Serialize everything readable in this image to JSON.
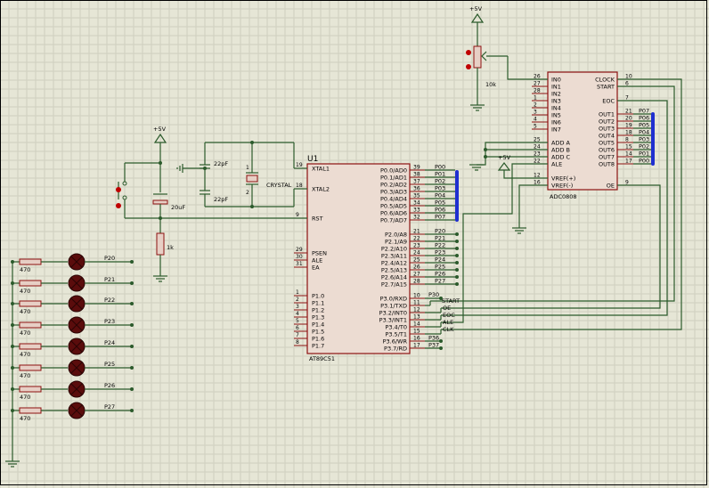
{
  "power": {
    "vcc_label": "+5V"
  },
  "u1": {
    "ref": "U1",
    "part": "AT89C51",
    "left_pins": [
      {
        "num": "19",
        "name": "XTAL1"
      },
      {
        "num": "18",
        "name": "XTAL2"
      },
      {
        "num": "9",
        "name": "RST"
      },
      {
        "num": "29",
        "name": "PSEN"
      },
      {
        "num": "30",
        "name": "ALE"
      },
      {
        "num": "31",
        "name": "EA"
      },
      {
        "num": "1",
        "name": "P1.0"
      },
      {
        "num": "2",
        "name": "P1.1"
      },
      {
        "num": "3",
        "name": "P1.2"
      },
      {
        "num": "4",
        "name": "P1.3"
      },
      {
        "num": "5",
        "name": "P1.4"
      },
      {
        "num": "6",
        "name": "P1.5"
      },
      {
        "num": "7",
        "name": "P1.6"
      },
      {
        "num": "8",
        "name": "P1.7"
      }
    ],
    "p0_pins": [
      {
        "num": "39",
        "name": "P0.0/AD0",
        "net": "P00"
      },
      {
        "num": "38",
        "name": "P0.1/AD1",
        "net": "P01"
      },
      {
        "num": "37",
        "name": "P0.2/AD2",
        "net": "P02"
      },
      {
        "num": "36",
        "name": "P0.3/AD3",
        "net": "P03"
      },
      {
        "num": "35",
        "name": "P0.4/AD4",
        "net": "P04"
      },
      {
        "num": "34",
        "name": "P0.5/AD5",
        "net": "P05"
      },
      {
        "num": "33",
        "name": "P0.6/AD6",
        "net": "P06"
      },
      {
        "num": "32",
        "name": "P0.7/AD7",
        "net": "P07"
      }
    ],
    "p2_pins": [
      {
        "num": "21",
        "name": "P2.0/A8",
        "net": "P20"
      },
      {
        "num": "22",
        "name": "P2.1/A9",
        "net": "P21"
      },
      {
        "num": "23",
        "name": "P2.2/A10",
        "net": "P22"
      },
      {
        "num": "24",
        "name": "P2.3/A11",
        "net": "P23"
      },
      {
        "num": "25",
        "name": "P2.4/A12",
        "net": "P24"
      },
      {
        "num": "26",
        "name": "P2.5/A13",
        "net": "P25"
      },
      {
        "num": "27",
        "name": "P2.6/A14",
        "net": "P26"
      },
      {
        "num": "28",
        "name": "P2.7/A15",
        "net": "P27"
      }
    ],
    "p3_pins": [
      {
        "num": "10",
        "name": "P3.0/RXD",
        "net": "P30"
      },
      {
        "num": "11",
        "name": "P3.1/TXD",
        "net": "START"
      },
      {
        "num": "12",
        "name": "P3.2/INT0",
        "net": "OE"
      },
      {
        "num": "13",
        "name": "P3.3/INT1",
        "net": "EOC"
      },
      {
        "num": "14",
        "name": "P3.4/T0",
        "net": "ALE"
      },
      {
        "num": "15",
        "name": "P3.5/T1",
        "net": "CLK"
      },
      {
        "num": "16",
        "name": "P3.6/WR",
        "net": "P36"
      },
      {
        "num": "17",
        "name": "P3.7/RD",
        "net": "P37"
      }
    ]
  },
  "adc": {
    "part": "ADC0808",
    "left_pins": [
      {
        "num": "26",
        "name": "IN0"
      },
      {
        "num": "27",
        "name": "IN1"
      },
      {
        "num": "28",
        "name": "IN2"
      },
      {
        "num": "1",
        "name": "IN3"
      },
      {
        "num": "2",
        "name": "IN4"
      },
      {
        "num": "3",
        "name": "IN5"
      },
      {
        "num": "4",
        "name": "IN6"
      },
      {
        "num": "5",
        "name": "IN7"
      },
      {
        "num": "25",
        "name": "ADD A"
      },
      {
        "num": "24",
        "name": "ADD B"
      },
      {
        "num": "23",
        "name": "ADD C"
      },
      {
        "num": "22",
        "name": "ALE"
      },
      {
        "num": "12",
        "name": "VREF(+)"
      },
      {
        "num": "16",
        "name": "VREF(-)"
      }
    ],
    "right_pins": [
      {
        "num": "10",
        "name": "CLOCK"
      },
      {
        "num": "6",
        "name": "START"
      },
      {
        "num": "7",
        "name": "EOC"
      },
      {
        "num": "21",
        "name": "OUT1",
        "net": "P07"
      },
      {
        "num": "20",
        "name": "OUT2",
        "net": "P06"
      },
      {
        "num": "19",
        "name": "OUT3",
        "net": "P05"
      },
      {
        "num": "18",
        "name": "OUT4",
        "net": "P04"
      },
      {
        "num": "8",
        "name": "OUT5",
        "net": "P03"
      },
      {
        "num": "15",
        "name": "OUT6",
        "net": "P02"
      },
      {
        "num": "14",
        "name": "OUT7",
        "net": "P01"
      },
      {
        "num": "17",
        "name": "OUT8",
        "net": "P00"
      },
      {
        "num": "9",
        "name": "OE"
      }
    ]
  },
  "components": {
    "pot_value": "10k",
    "cap1": "22pF",
    "cap2": "22pF",
    "crystal": "CRYSTAL",
    "crystal_pin1": "1",
    "crystal_pin2": "2",
    "elec_cap": "20uF",
    "reset_res": "1k",
    "led_res": "470"
  },
  "led_nets": [
    "P20",
    "P21",
    "P22",
    "P23",
    "P24",
    "P25",
    "P26",
    "P27"
  ]
}
